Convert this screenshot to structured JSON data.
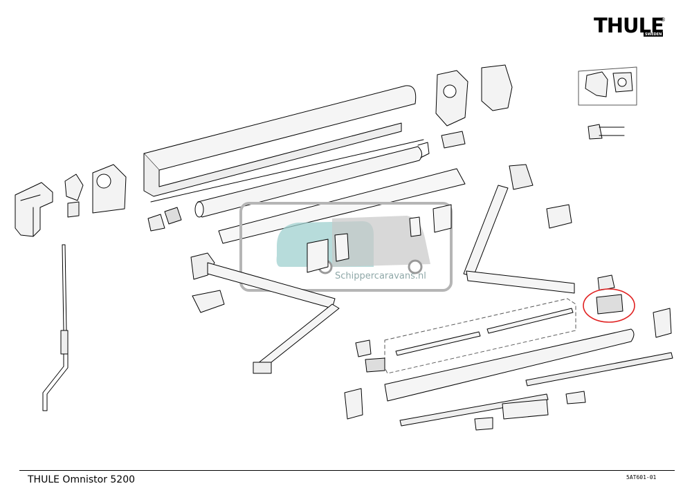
{
  "brand": {
    "name": "THULE",
    "registered": "®",
    "sub": "SWEDEN"
  },
  "footer": {
    "title": "THULE Omnistor 5200",
    "code": "5AT601-01"
  },
  "watermark": {
    "text": "Schippercaravans.nl",
    "color": "#9fd0cf"
  },
  "highlight": {
    "color": "#e02020"
  }
}
